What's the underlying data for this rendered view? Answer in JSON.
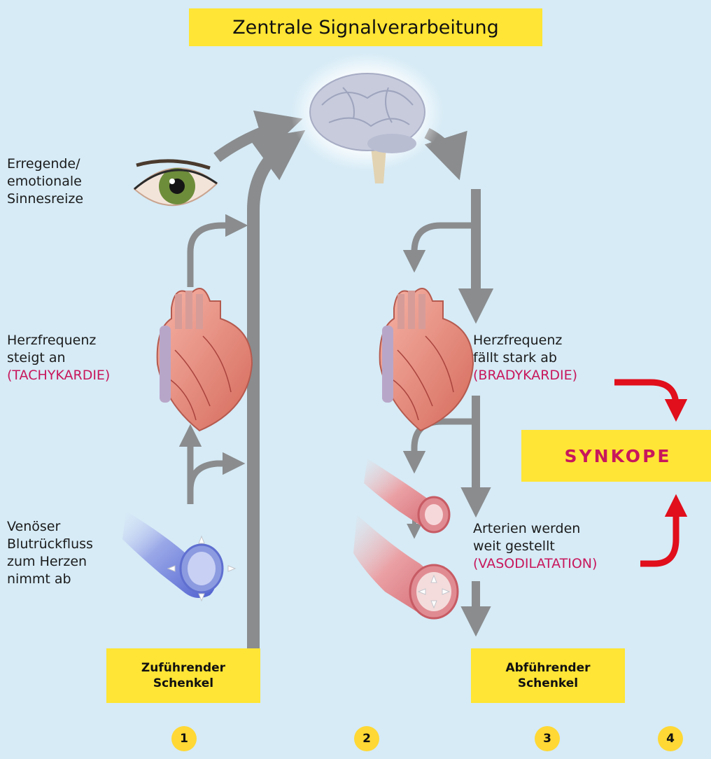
{
  "title": "Zentrale Signalverarbeitung",
  "left_labels": {
    "stimulus": [
      "Erregende/",
      "emotionale",
      "Sinnesreize"
    ],
    "heart_rate": [
      "Herzfrequenz",
      "steigt an"
    ],
    "heart_rate_term": "(TACHYKARDIE)",
    "venous_return": [
      "Venöser",
      "Blutrückfluss",
      "zum Herzen",
      "nimmt ab"
    ]
  },
  "right_labels": {
    "heart_rate": [
      "Herzfrequenz",
      "fällt stark ab"
    ],
    "heart_rate_term": "(BRADYKARDIE)",
    "arteries": [
      "Arterien werden",
      "weit gestellt"
    ],
    "arteries_term": "(VASODILATATION)"
  },
  "afferent_leg": [
    "Zuführender",
    "Schenkel"
  ],
  "efferent_leg": [
    "Abführender",
    "Schenkel"
  ],
  "outcome": "SYNKOPE",
  "steps": [
    "1",
    "2",
    "3",
    "4"
  ],
  "colors": {
    "background": "#d6ebf6",
    "highlight_box": "#ffe535",
    "accent_text": "#c8175c",
    "arrow_gray": "#8a8c8e",
    "arrow_red": "#e10e1b"
  }
}
